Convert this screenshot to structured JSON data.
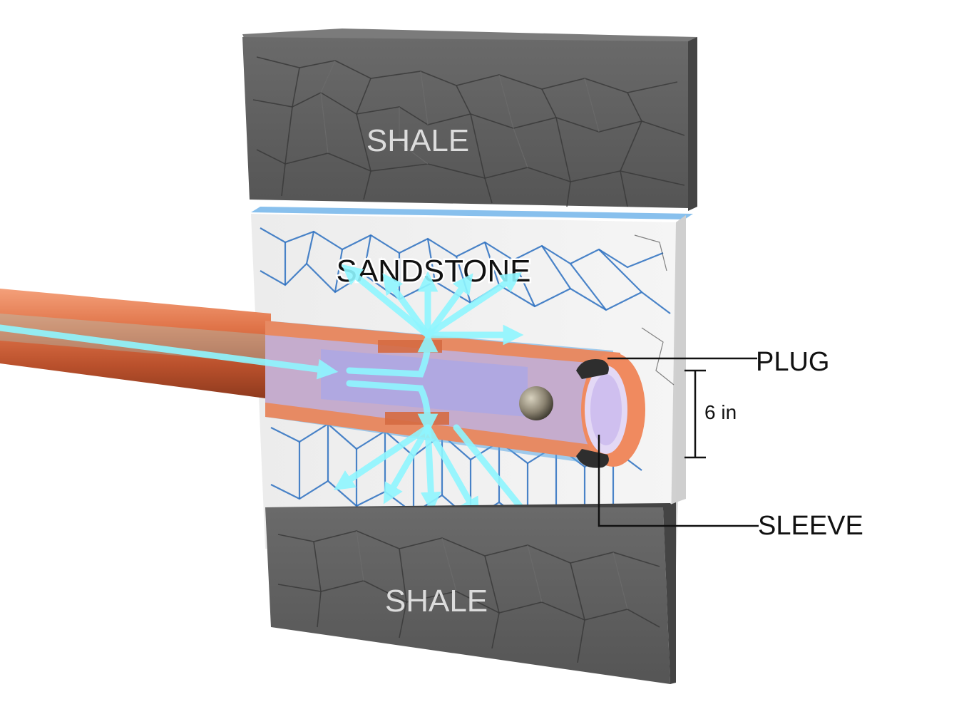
{
  "labels": {
    "shale_top": "SHALE",
    "sandstone": "SANDSTONE",
    "shale_bottom": "SHALE",
    "plug": "PLUG",
    "sleeve": "SLEEVE",
    "dimension": "6 in"
  },
  "colors": {
    "shale": "#5c5c5c",
    "sandstone": "#e9e9e9",
    "pipe": "#e0764f",
    "fluid_flow": "#8ff6ff",
    "fracture_water": "#5aa7e6"
  }
}
